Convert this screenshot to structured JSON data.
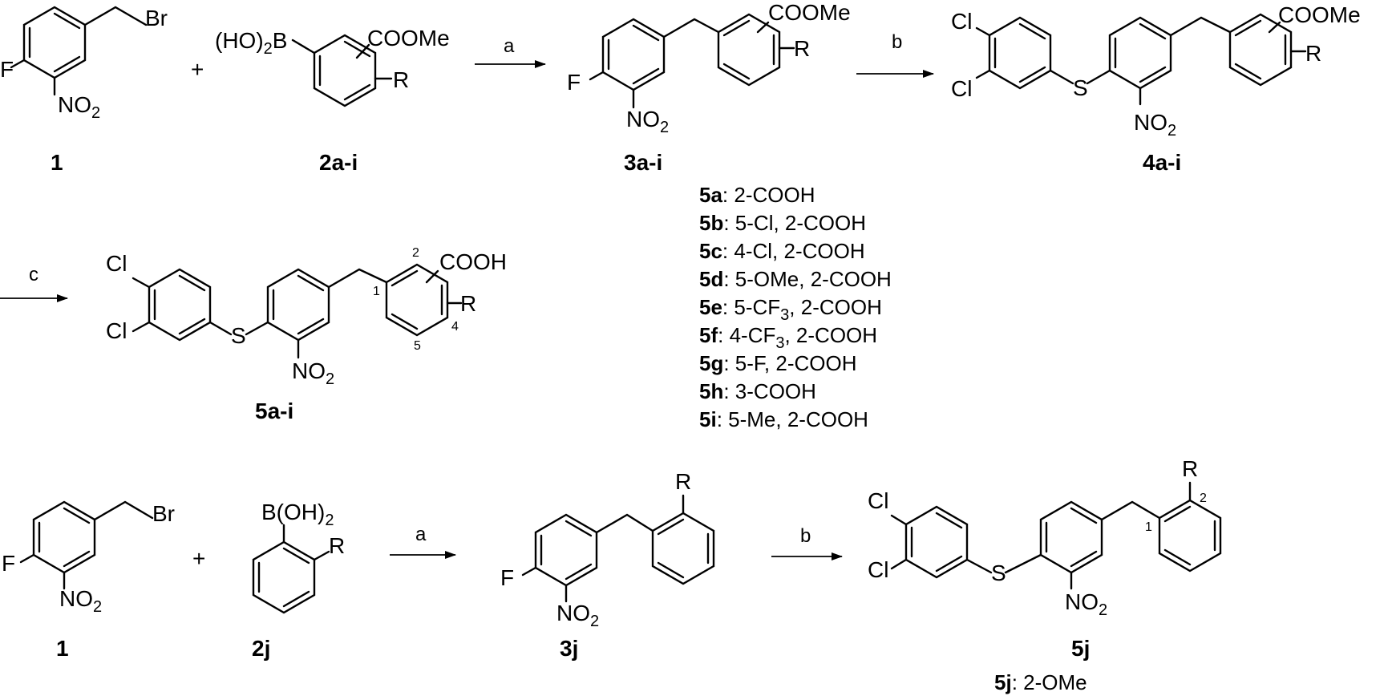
{
  "compound_labels": {
    "c1_top": "1",
    "c2_top": "2a-i",
    "c3_top": "3a-i",
    "c4_top": "4a-i",
    "c5_mid": "5a-i",
    "c1_bot": "1",
    "c2_bot": "2j",
    "c3_bot": "3j",
    "c5_bot": "5j"
  },
  "conditions": {
    "a": "a",
    "b": "b",
    "c": "c"
  },
  "plus": "+",
  "atoms": {
    "Br": "Br",
    "F": "F",
    "NO": "NO",
    "two": "2",
    "R": "R",
    "Cl": "Cl",
    "S": "S",
    "COOMe": "COOMe",
    "COOH": "COOH",
    "HO": "(HO)",
    "B": "B",
    "BOH": "B(OH)"
  },
  "ring_numbers": {
    "n1": "1",
    "n2": "2",
    "n4": "4",
    "n5": "5"
  },
  "substituents": [
    {
      "id": "5a",
      "sub": "2-COOH"
    },
    {
      "id": "5b",
      "sub": "5-Cl, 2-COOH"
    },
    {
      "id": "5c",
      "sub": "4-Cl, 2-COOH"
    },
    {
      "id": "5d",
      "sub": "5-OMe, 2-COOH"
    },
    {
      "id": "5e",
      "sub": "5-CF",
      "sub_index": "3",
      "sub_tail": ", 2-COOH"
    },
    {
      "id": "5f",
      "sub": "4-CF",
      "sub_index": "3",
      "sub_tail": ", 2-COOH"
    },
    {
      "id": "5g",
      "sub": "5-F, 2-COOH"
    },
    {
      "id": "5h",
      "sub": "3-COOH"
    },
    {
      "id": "5i",
      "sub": "5-Me, 2-COOH"
    }
  ],
  "legend_5j": {
    "id": "5j",
    "sub": "2-OMe"
  }
}
